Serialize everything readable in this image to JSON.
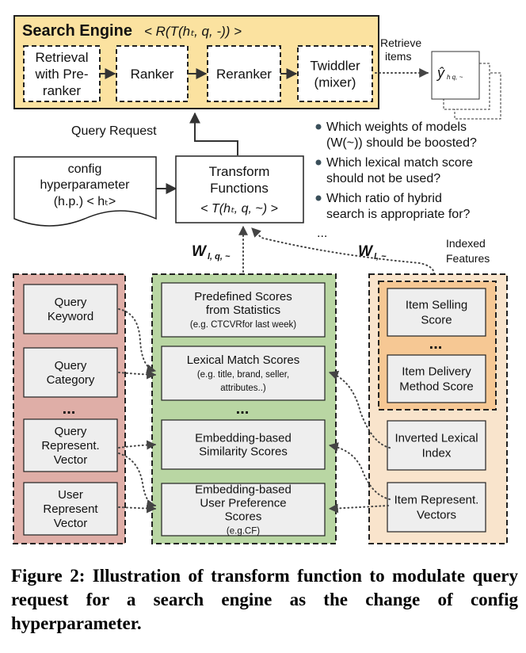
{
  "search_engine": {
    "title": "Search Engine",
    "formula": "< R(T(hₜ, q, -)) >",
    "stages": [
      [
        "Retrieval",
        "with Pre-",
        "ranker"
      ],
      [
        "Ranker"
      ],
      [
        "Reranker"
      ],
      [
        "Twiddler",
        "(mixer)"
      ]
    ],
    "retrieve_label": [
      "Retrieve",
      "items"
    ],
    "output_symbol": "ŷ",
    "output_subscript": "h q, ~"
  },
  "query_request": "Query Request",
  "config": {
    "lines": [
      "config",
      "hyperparameter",
      "(h.p.) < hₜ>"
    ]
  },
  "transform": {
    "lines": [
      "Transform",
      "Functions",
      "< T(hₜ, q, ~) >"
    ]
  },
  "questions": [
    [
      "Which weights of models",
      "(W(~))  should be boosted?"
    ],
    [
      "Which lexical match score",
      "should not be used?"
    ],
    [
      "Which ratio of hybrid",
      "search is appropriate for?"
    ]
  ],
  "questions_more": "...",
  "weight_labels": {
    "left": "W",
    "left_sub": "l, q, ~",
    "right": "W",
    "right_sub": "l, ~"
  },
  "indexed_features": [
    "Indexed",
    "Features"
  ],
  "query_column": {
    "items": [
      [
        "Query",
        "Keyword"
      ],
      [
        "Query",
        "Category"
      ],
      [
        "Query",
        "Represent.",
        "Vector"
      ],
      [
        "User",
        "Represent",
        "Vector"
      ]
    ],
    "ellipsis": "..."
  },
  "score_column": {
    "items": [
      {
        "lines": [
          "Predefined Scores",
          "from Statistics"
        ],
        "note": [
          "(e.g. CTCVRfor last week)"
        ]
      },
      {
        "lines": [
          "Lexical  Match Scores"
        ],
        "note": [
          "(e.g. title, brand, seller,",
          "attributes..)"
        ]
      },
      {
        "lines": [
          "Embedding-based",
          "Similarity Scores"
        ],
        "note": []
      },
      {
        "lines": [
          "Embedding-based",
          "User Preference",
          "Scores"
        ],
        "note": [
          "(e.g.CF)"
        ]
      }
    ],
    "ellipsis": "..."
  },
  "index_column": {
    "items": [
      [
        "Item Selling",
        "Score"
      ],
      [
        "Item Delivery",
        "Method Score"
      ],
      [
        "Inverted Lexical",
        "Index"
      ],
      [
        "Item Represent.",
        "Vectors"
      ]
    ],
    "ellipsis": "..."
  },
  "colors": {
    "search_engine_bg": "#fbe2a0",
    "query_col_bg": "#dfaea7",
    "score_col_bg": "#b9d6a3",
    "index_col_bg": "#f9e4cc",
    "index_group_bg": "#f6c894",
    "box_bg": "#eeeeee",
    "bullet": "#3a4f5a"
  },
  "caption": "Figure 2: Illustration of transform function to modulate query request for a search engine as the change of config hyperparameter."
}
